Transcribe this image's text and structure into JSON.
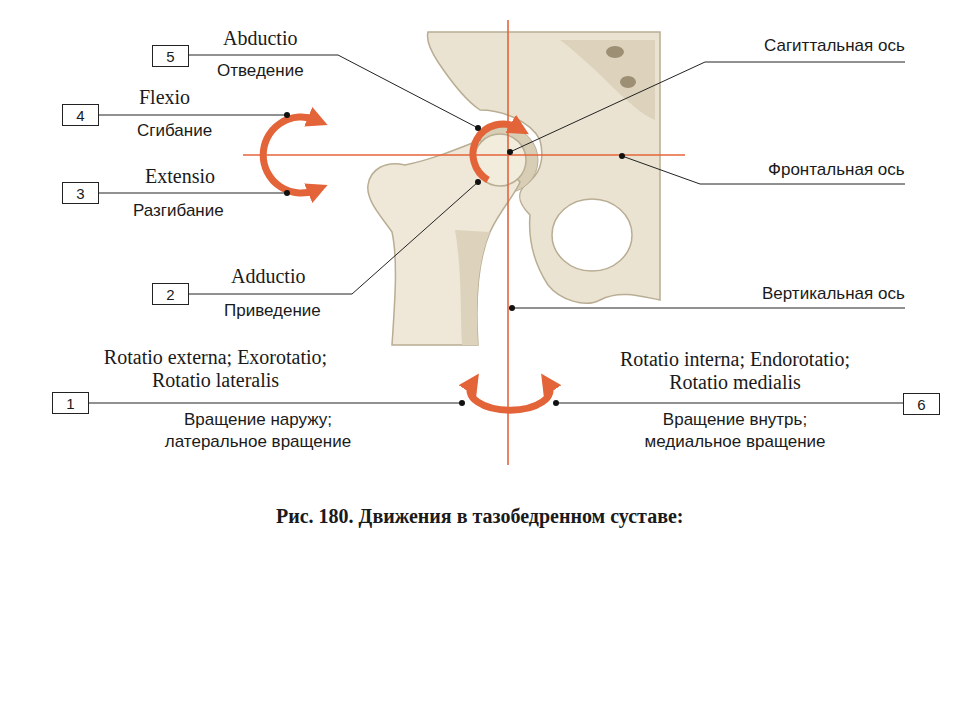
{
  "diagram": {
    "caption": "Рис. 180. Движения в тазобедренном суставе:",
    "nodes": [
      {
        "text": [
          "5"
        ]
      },
      {
        "text": [
          "4"
        ]
      },
      {
        "text": [
          "3"
        ]
      },
      {
        "text": [
          "2"
        ]
      },
      {
        "text": [
          "1"
        ]
      },
      {
        "text": [
          "6"
        ]
      }
    ],
    "labels": [
      "Abductio",
      "Отведение",
      "Flexio",
      "Сгибание",
      "Extensio",
      "Разгибание",
      "Adductio",
      "Приведение",
      "Rotatio externa; Exorotatio; Rotatio lateralis",
      "Вращение наружу; латеральное вращение",
      "Rotatio interna; Endorotatio; Rotatio medialis",
      "Вращение внутрь; медиальное вращение",
      "Сагиттальная ось",
      "Фронтальная ось",
      "Вертикальная ось"
    ]
  }
}
